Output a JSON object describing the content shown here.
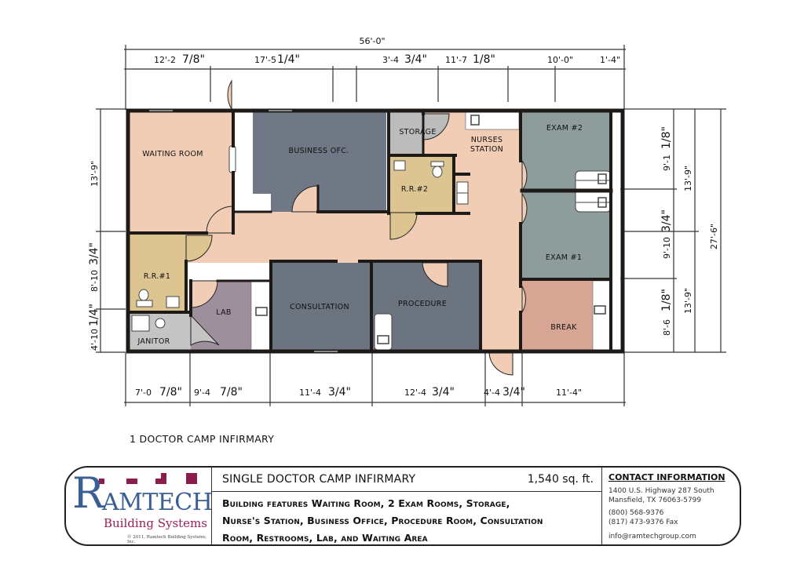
{
  "colors": {
    "wall": "#1e1a18",
    "corridor": "#f1cdb5",
    "waiting": "#f1cdb5",
    "business": "#6f7884",
    "storage": "#bcbcbc",
    "restroom": "#dcc591",
    "exam": "#8f9c9c",
    "consultation": "#6c7480",
    "procedure": "#6c7480",
    "lab": "#9e8f9c",
    "janitor": "#c4c4c4",
    "break": "#d6a593",
    "logo_blue": "#3a5f95",
    "logo_maroon": "#8b1d4d"
  },
  "plan": {
    "overall_width": "56'-0\"",
    "overall_depth": "27'-6\"",
    "top_dims": [
      {
        "whole": "12'-2",
        "frac": "7/8\""
      },
      {
        "whole": "17'-5",
        "frac": "1/4\""
      },
      {
        "whole": "3'-4",
        "frac": "3/4\""
      },
      {
        "whole": "11'-7",
        "frac": "1/8\""
      },
      {
        "whole": "10'-0\"",
        "frac": ""
      },
      {
        "whole": "1'-4\"",
        "frac": ""
      }
    ],
    "bottom_dims": [
      {
        "whole": "7'-0",
        "frac": "7/8\""
      },
      {
        "whole": "9'-4",
        "frac": "7/8\""
      },
      {
        "whole": "11'-4",
        "frac": "3/4\""
      },
      {
        "whole": "12'-4",
        "frac": "3/4\""
      },
      {
        "whole": "4'-4",
        "frac": "3/4\""
      },
      {
        "whole": "11'-4\"",
        "frac": ""
      }
    ],
    "left_dims": [
      {
        "whole": "13'-9\"",
        "frac": ""
      },
      {
        "whole": "8'-10",
        "frac": "3/4\""
      },
      {
        "whole": "4'-10",
        "frac": "1/4\""
      }
    ],
    "right_inner_dims": [
      {
        "whole": "9'-1",
        "frac": "1/8\""
      },
      {
        "whole": "9'-10",
        "frac": "3/4\""
      },
      {
        "whole": "8'-6",
        "frac": "1/8\""
      }
    ],
    "right_mid_dims": [
      "13'-9\"",
      "13'-9\""
    ],
    "rooms": [
      {
        "id": "waiting-room",
        "label": "WAITING  ROOM"
      },
      {
        "id": "business-office",
        "label": "BUSINESS OFC."
      },
      {
        "id": "storage",
        "label": "STORAGE"
      },
      {
        "id": "nurses-station",
        "label": "NURSES",
        "label2": "STATION"
      },
      {
        "id": "exam-2",
        "label": "EXAM #2"
      },
      {
        "id": "restroom-2",
        "label": "R.R.#2"
      },
      {
        "id": "exam-1",
        "label": "EXAM #1"
      },
      {
        "id": "restroom-1",
        "label": "R.R.#1"
      },
      {
        "id": "lab",
        "label": "LAB"
      },
      {
        "id": "consultation",
        "label": "CONSULTATION"
      },
      {
        "id": "procedure",
        "label": "PROCEDURE"
      },
      {
        "id": "break-room",
        "label": "BREAK"
      },
      {
        "id": "janitor",
        "label": "JANITOR"
      }
    ]
  },
  "caption": "1 DOCTOR CAMP INFIRMARY",
  "title_block": {
    "logo": {
      "r": "R",
      "amtech": "AMTECH",
      "subtitle": "Building Systems",
      "copyright": "© 2011, Ramtech Building Systems, Inc."
    },
    "title": "SINGLE DOCTOR CAMP INFIRMARY",
    "area": "1,540 sq. ft.",
    "description": [
      "Building features Waiting Room, 2 Exam Rooms, Storage,",
      "Nurse's Station, Business Office, Procedure Room, Consultation",
      "Room, Restrooms, Lab, and Waiting Area"
    ],
    "contact": {
      "heading": "CONTACT INFORMATION",
      "address1": "1400 U.S. Highway 287 South",
      "address2": "Mansfield, TX  76063-5799",
      "phone": "(800) 568-9376",
      "fax": "(817) 473-9376 Fax",
      "email": "info@ramtechgroup.com"
    }
  }
}
